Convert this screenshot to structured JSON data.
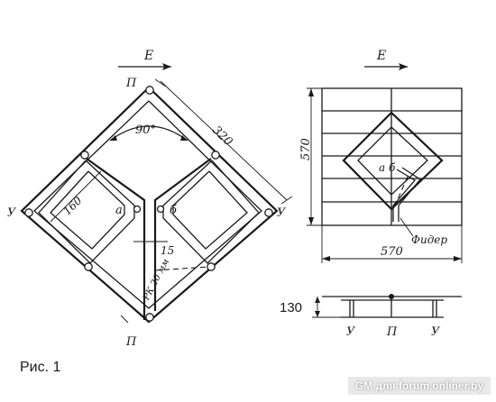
{
  "figure": {
    "caption": "Рис. 1",
    "watermark": "GM для forum.onliner.by"
  },
  "left_view": {
    "direction_label": "E",
    "top_label": "П",
    "bottom_label": "П",
    "left_label": "У",
    "right_label": "У",
    "angle_label": "90°",
    "side_label": "320",
    "inner_label": "160",
    "point_a": "а",
    "point_b": "б",
    "gap_label": "15",
    "cable_label": "РК 20 мм"
  },
  "right_view": {
    "direction_label": "E",
    "height_label": "570",
    "width_label": "570",
    "points_label": "а б",
    "feeder_label": "Фидер"
  },
  "bottom_view": {
    "height_label": "130",
    "left_label": "У",
    "center_label": "П",
    "right_label": "У"
  }
}
